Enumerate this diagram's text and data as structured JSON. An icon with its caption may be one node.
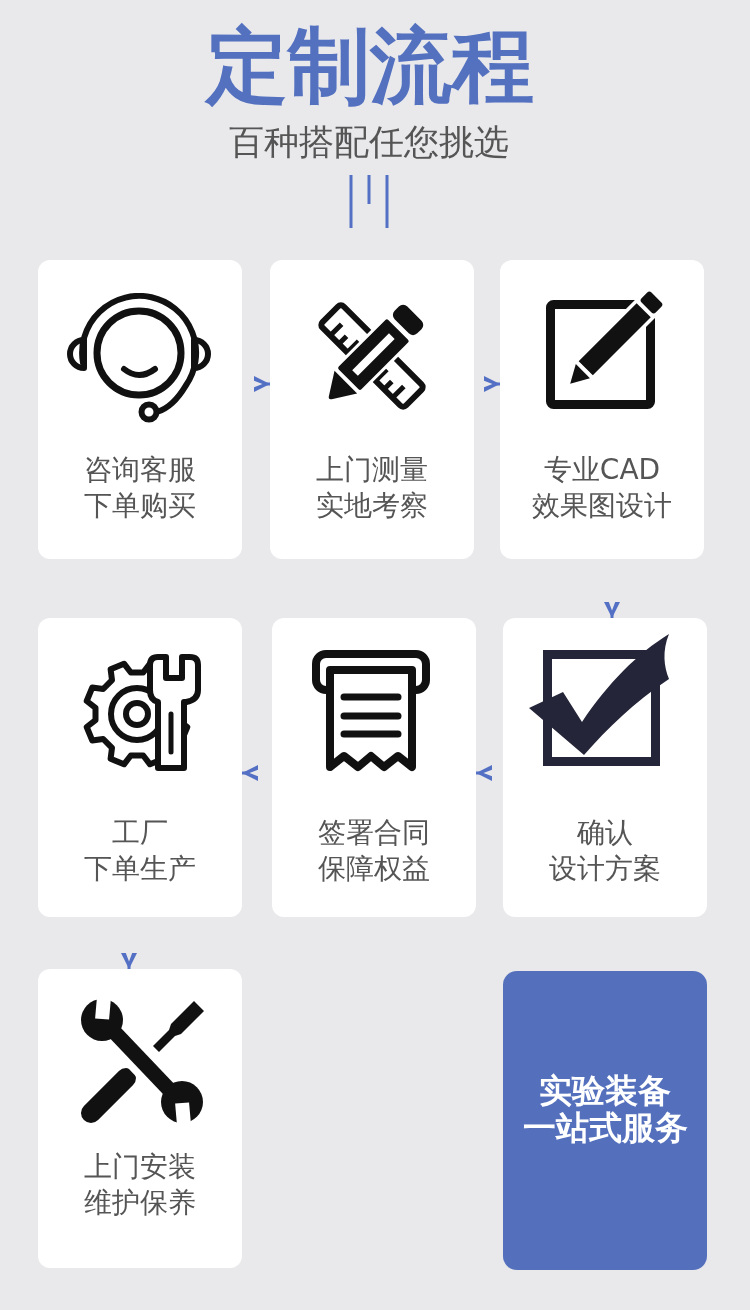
{
  "diagram": {
    "title": "定制流程",
    "nodes": [
      {
        "text": [
          "咨询客服",
          "下单购买"
        ]
      },
      {
        "text": [
          "上门测量",
          "实地考察"
        ]
      },
      {
        "text": [
          "专业CAD",
          "效果图设计"
        ]
      },
      {
        "text": [
          "确认",
          "设计方案"
        ]
      },
      {
        "text": [
          "签署合同",
          "保障权益"
        ]
      },
      {
        "text": [
          "工厂",
          "下单生产"
        ]
      },
      {
        "text": [
          "上门安装",
          "维护保养"
        ]
      },
      {
        "text": [
          "实验装备",
          "一站式服务"
        ]
      }
    ],
    "edges": [
      {
        "from": 0,
        "to": 1,
        "arrow": "to"
      },
      {
        "from": 1,
        "to": 2,
        "arrow": "to"
      },
      {
        "from": 2,
        "to": 3,
        "arrow": "to"
      },
      {
        "from": 3,
        "to": 4,
        "arrow": "to"
      },
      {
        "from": 4,
        "to": 5,
        "arrow": "to"
      },
      {
        "from": 5,
        "to": 6,
        "arrow": "to"
      }
    ],
    "labels": [
      "百种搭配任您挑选"
    ]
  }
}
